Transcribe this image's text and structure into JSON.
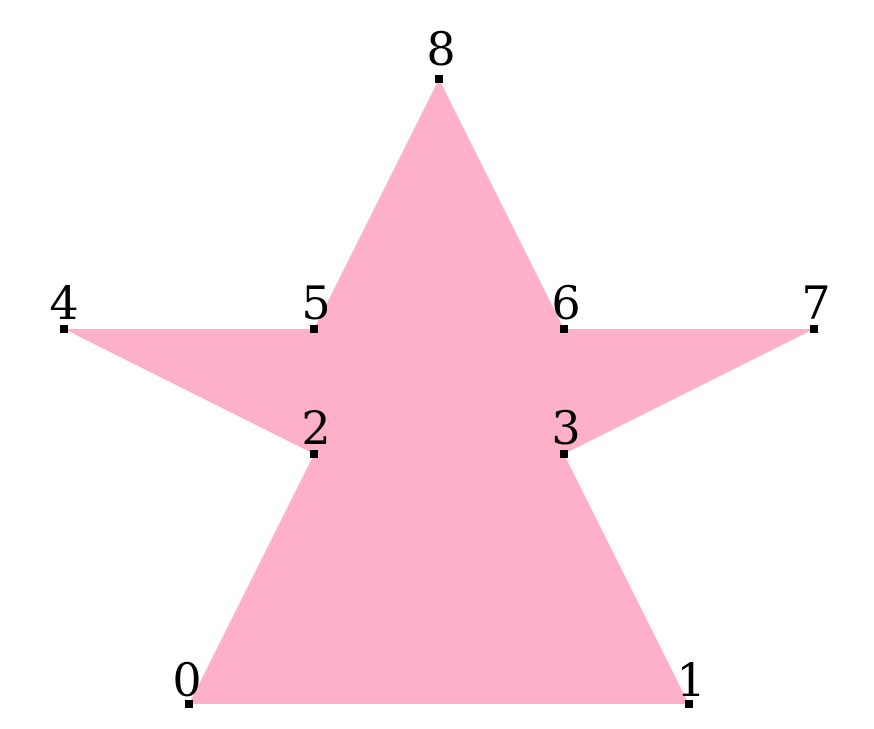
{
  "diagram": {
    "fill_color": "#ffb0c9",
    "marker_color": "#000000",
    "vertices": [
      {
        "label": "0"
      },
      {
        "label": "1"
      },
      {
        "label": "2"
      },
      {
        "label": "3"
      },
      {
        "label": "4"
      },
      {
        "label": "5"
      },
      {
        "label": "6"
      },
      {
        "label": "7"
      },
      {
        "label": "8"
      }
    ]
  }
}
